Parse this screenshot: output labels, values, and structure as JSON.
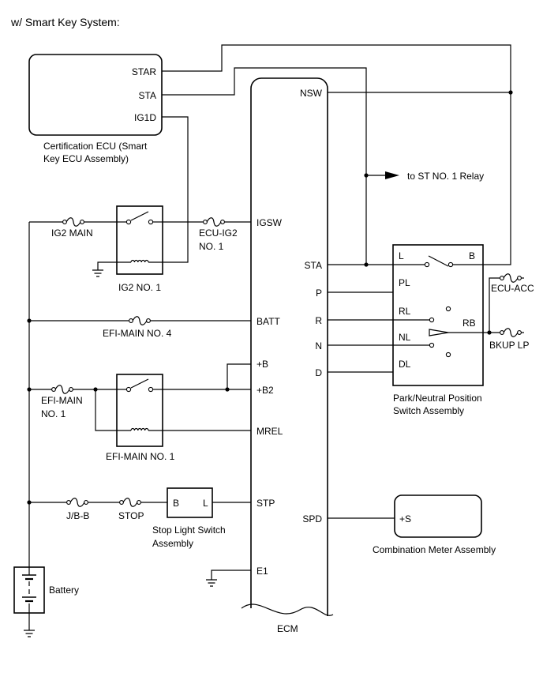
{
  "header": "w/ Smart Key System:",
  "ecm": {
    "name": "ECM",
    "pins": {
      "nsw": "NSW",
      "igsw": "IGSW",
      "batt": "BATT",
      "b": "+B",
      "b2": "+B2",
      "mrel": "MREL",
      "stp": "STP",
      "e1": "E1",
      "sta": "STA",
      "p": "P",
      "r": "R",
      "n": "N",
      "d": "D",
      "spd": "SPD"
    }
  },
  "cert_ecu": {
    "name_line1": "Certification ECU (Smart",
    "name_line2": "Key ECU Assembly)",
    "pins": {
      "star": "STAR",
      "sta": "STA",
      "ig1d": "IG1D"
    }
  },
  "relay_ig2": {
    "name": "IG2 NO. 1"
  },
  "relay_efi": {
    "name": "EFI-MAIN NO. 1"
  },
  "fuses": {
    "ig2_main": "IG2 MAIN",
    "ecu_ig2_line1": "ECU-IG2",
    "ecu_ig2_line2": "NO. 1",
    "efi_main4": "EFI-MAIN NO. 4",
    "efi_main1_line1": "EFI-MAIN",
    "efi_main1_line2": "NO. 1",
    "jb_b": "J/B-B",
    "stop": "STOP",
    "ecu_acc": "ECU-ACC",
    "bkup_lp": "BKUP LP"
  },
  "st_relay": {
    "label": "to ST NO. 1 Relay"
  },
  "pnp": {
    "name_line1": "Park/Neutral Position",
    "name_line2": "Switch Assembly",
    "pins": {
      "l": "L",
      "b": "B",
      "pl": "PL",
      "rl": "RL",
      "rb": "RB",
      "nl": "NL",
      "dl": "DL"
    }
  },
  "stop_light": {
    "name_line1": "Stop Light Switch",
    "name_line2": "Assembly",
    "pins": {
      "b": "B",
      "l": "L"
    }
  },
  "meter": {
    "name": "Combination Meter Assembly",
    "pin": "+S"
  },
  "battery": {
    "name": "Battery"
  }
}
